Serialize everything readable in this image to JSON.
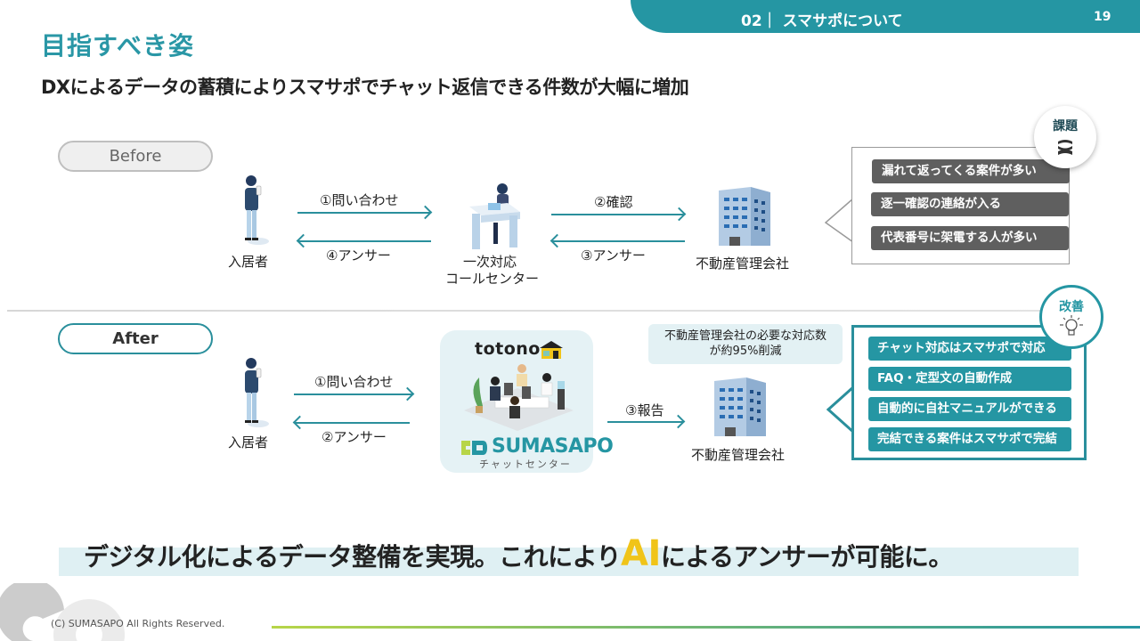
{
  "header": {
    "section_label": "02｜ スマサポについて",
    "page_number": "19",
    "accent_color": "#2596a3"
  },
  "page_title": "目指すべき姿",
  "subtitle": "DXによるデータの蓄積によりスマサポでチャット返信できる件数が大幅に増加",
  "before": {
    "pill": "Before",
    "resident_label": "入居者",
    "call_center_label_1": "一次対応",
    "call_center_label_2": "コールセンター",
    "company_label": "不動産管理会社",
    "arrow_inquiry": "①問い合わせ",
    "arrow_answer_back": "④アンサー",
    "arrow_confirm": "②確認",
    "arrow_answer": "③アンサー",
    "issues_badge": "課題",
    "issues": [
      "漏れて返ってくる案件が多い",
      "逐一確認の連絡が入る",
      "代表番号に架電する人が多い"
    ]
  },
  "after": {
    "pill": "After",
    "resident_label": "入居者",
    "arrow_inquiry": "①問い合わせ",
    "arrow_answer": "②アンサー",
    "arrow_report": "③報告",
    "chat_center": {
      "brand": "totono",
      "logo": "SUMASAPO",
      "subtitle": "チャットセンター"
    },
    "reduction_note_1": "不動産管理会社の必要な対応数",
    "reduction_note_2": "が約95%削減",
    "company_label": "不動産管理会社",
    "improve_badge": "改善",
    "improvements": [
      "チャット対応はスマサポで対応",
      "FAQ・定型文の自動作成",
      "自動的に自社マニュアルができる",
      "完結できる案件はスマサポで完結"
    ]
  },
  "conclusion": {
    "part1": "デジタル化によるデータ整備を実現。これにより",
    "highlight": "AI",
    "part2": "によるアンサーが可能に。"
  },
  "footer": {
    "copyright": "(C)  SUMASAPO All Rights Reserved."
  }
}
